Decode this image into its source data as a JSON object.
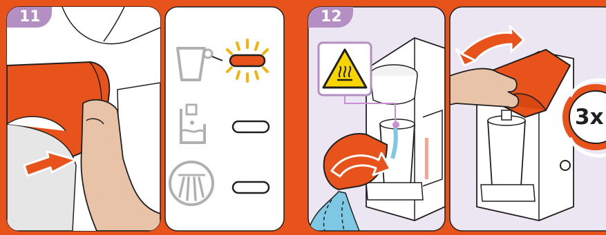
{
  "steps": [
    {
      "number": "11"
    },
    {
      "number": "12"
    }
  ],
  "repeat_badge": "3x",
  "indicator_lights": [
    {
      "icon": "cup-icon",
      "state": "lit"
    },
    {
      "icon": "water-tank-icon",
      "state": "off"
    },
    {
      "icon": "descale-icon",
      "state": "off"
    }
  ],
  "colors": {
    "brand_orange": "#e8521b",
    "panel_lavender": "#ece6f3",
    "step_tab": "#b48fc4",
    "outline": "#1f1f1f",
    "warning_yellow": "#f8d400",
    "water_blue": "#7ec8e3",
    "skin": "#e9c3a8"
  }
}
